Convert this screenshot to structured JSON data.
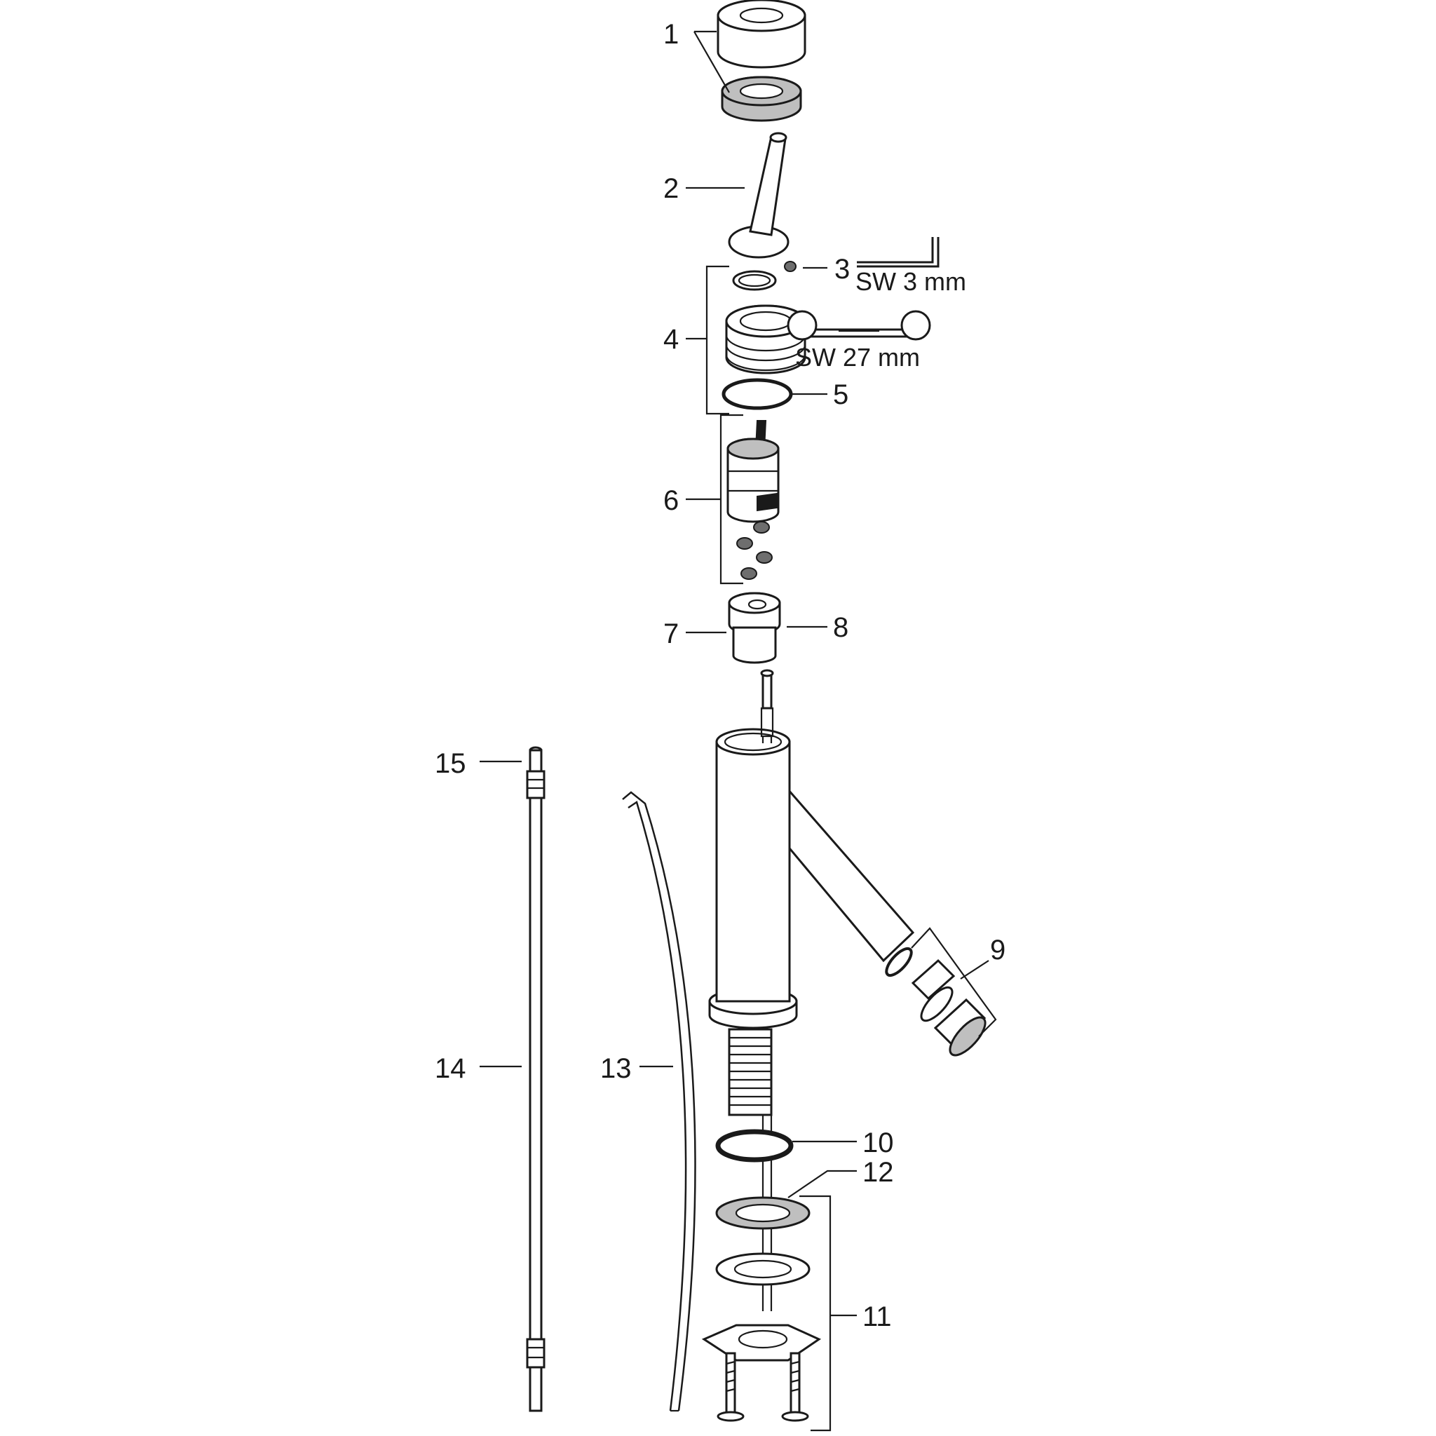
{
  "diagram": {
    "callouts": [
      "1",
      "2",
      "3",
      "4",
      "5",
      "6",
      "7",
      "8",
      "9",
      "10",
      "11",
      "12",
      "13",
      "14",
      "15"
    ],
    "tool_notes": {
      "hex_key": "SW 3 mm",
      "wrench": "SW 27 mm"
    }
  },
  "colors": {
    "line": "#1a1a1a",
    "gray_light": "#bfbfbf",
    "gray_dark": "#6e6e6e",
    "background": "#ffffff"
  }
}
